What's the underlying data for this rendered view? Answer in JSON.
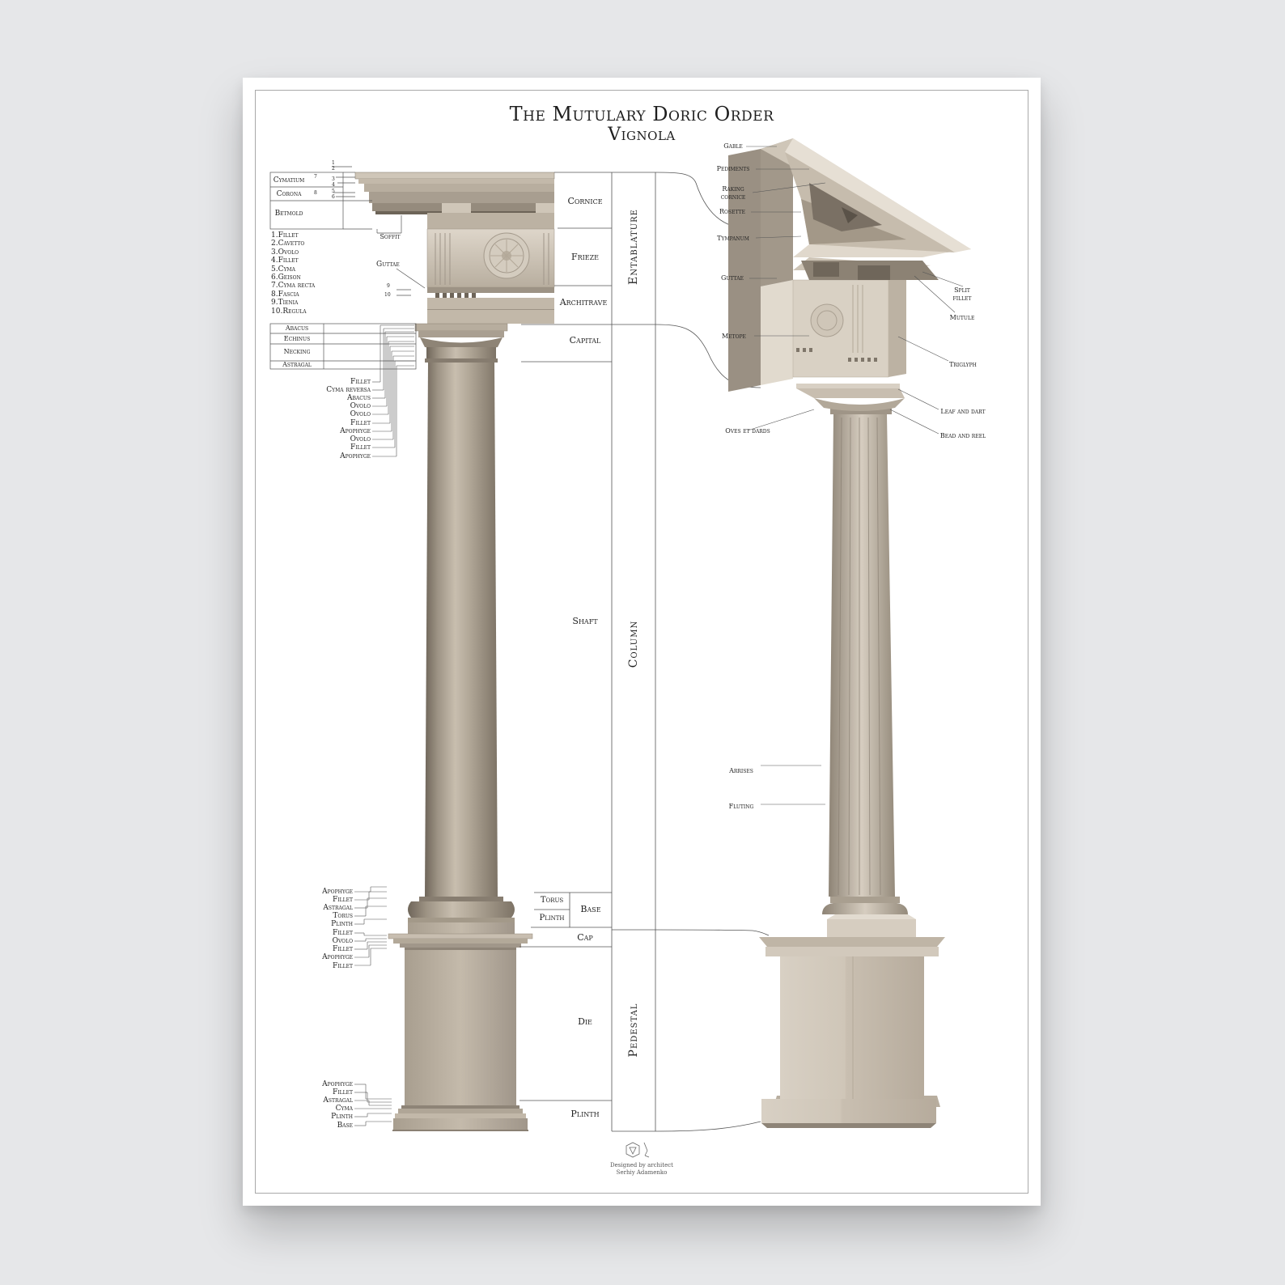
{
  "title": "The Mutulary Doric Order",
  "subtitle": "Vignola",
  "divisions": {
    "entablature": "Entablature",
    "column": "Column",
    "pedestal": "Pedestal"
  },
  "parts": {
    "cornice": "Cornice",
    "frieze": "Frieze",
    "architrave": "Architrave",
    "capital": "Capital",
    "shaft": "Shaft",
    "base": "Base",
    "torus": "Torus",
    "plinth_base": "Plinth",
    "cap": "Cap",
    "die": "Die",
    "plinth": "Plinth"
  },
  "cornice_table": [
    "Cymatium",
    "Corona",
    "Betmold"
  ],
  "cornice_numbers": [
    "1",
    "2",
    "7",
    "3",
    "4",
    "8",
    "5",
    "6"
  ],
  "soffit": "Soffit",
  "guttae_left": "Guttae",
  "guttae_numbers": [
    "9",
    "10"
  ],
  "legend": [
    "1.Fillet",
    "2.Cavetto",
    "3.Ovolo",
    "4.Fillet",
    "5.Cyma",
    "6.Geison",
    "7.Cyma recta",
    "8.Fascia",
    "9.Tienia",
    "10.Regula"
  ],
  "capital_table": [
    "Abacus",
    "Echinus",
    "Necking",
    "Astragal"
  ],
  "capital_mouldings": [
    "Fillet",
    "Cyma reversa",
    "Abacus",
    "Ovolo",
    "Ovolo",
    "Fillet",
    "Apophyge",
    "Ovolo",
    "Fillet",
    "Apophyge"
  ],
  "base_mouldings": [
    "Apophyge",
    "Fillet",
    "Astragal",
    "Torus",
    "Plinth",
    "Fillet",
    "Ovolo",
    "Fillet",
    "Apophyge",
    "Fillet"
  ],
  "plinth_mouldings": [
    "Apophyge",
    "Fillet",
    "Astragal",
    "Cyma",
    "Plinth",
    "Base"
  ],
  "right_left_labels": [
    "Gable",
    "Pediments",
    "Raking cornice",
    "Rosette",
    "Tympanum",
    "Guttae",
    "Metope",
    "Oves et dards",
    "Arrises",
    "Fluting"
  ],
  "right_right_labels": [
    "Split fillet",
    "Mutule",
    "Triglyph",
    "Leaf and dart",
    "Bead and reel"
  ],
  "credit": [
    "Designed by architect",
    "Serhiy Adamenko"
  ],
  "colors": {
    "background": "#e6e7e9",
    "paper": "#ffffff",
    "stone_light": "#d3cabd",
    "stone_mid": "#b2a898",
    "stone_dark": "#776e62",
    "line": "#555555"
  }
}
